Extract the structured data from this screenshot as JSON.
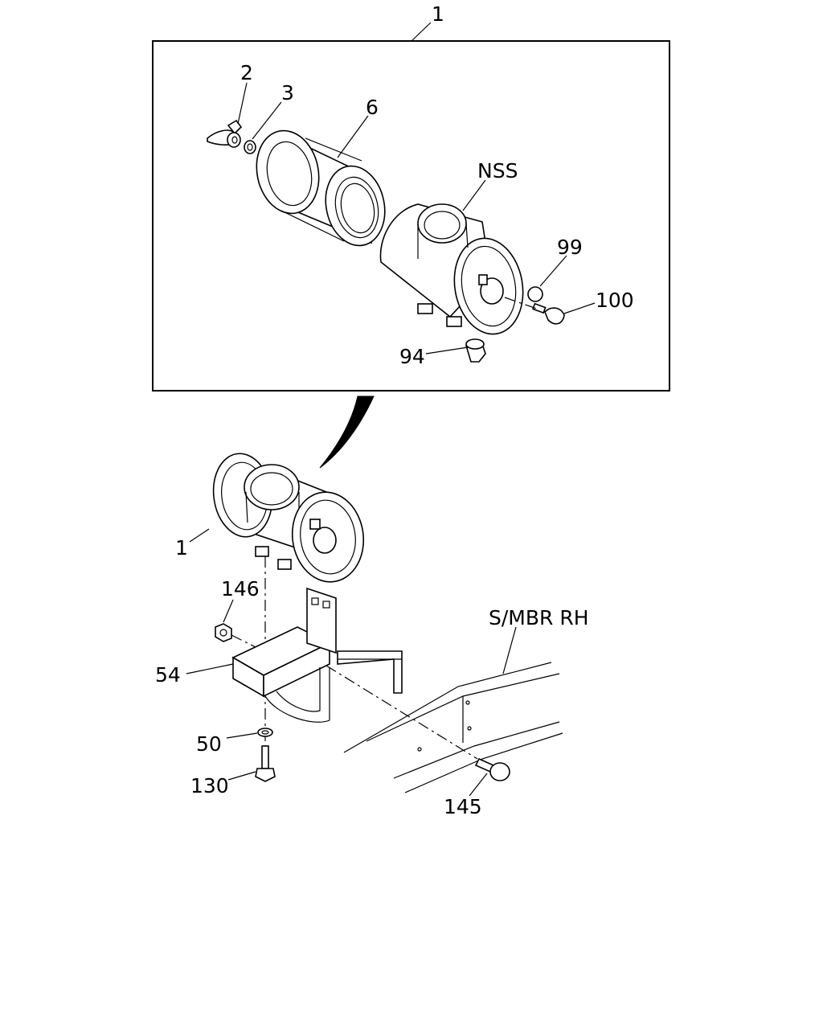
{
  "callouts": {
    "assembly_top": "1",
    "wing_nut": "2",
    "washer": "3",
    "element": "6",
    "housing": "NSS",
    "cap": "99",
    "indicator": "100",
    "valve": "94",
    "assembly_side": "1",
    "nut": "146",
    "bracket": "54",
    "washer_lower": "50",
    "bolt_lower": "130",
    "frame_member": "S/MBR RH",
    "bolt_frame": "145"
  }
}
